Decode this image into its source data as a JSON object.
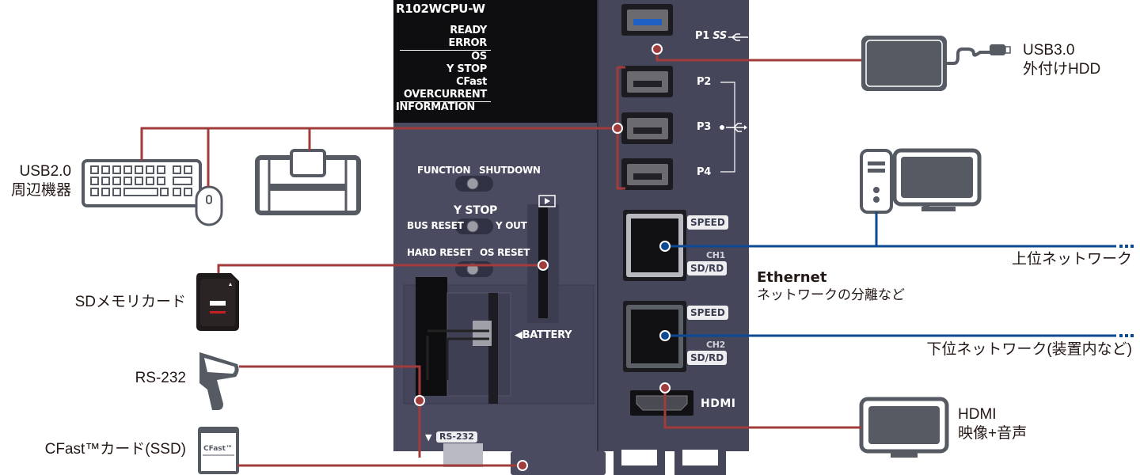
{
  "diagram": {
    "title": "R102WCPU-W connection overview",
    "colors": {
      "usb_line": "#a23b3b",
      "ethernet_line": "#0d4a96",
      "body": "#4a4b60",
      "body_dark": "#3a3b4e",
      "led_panel": "#0e0e10",
      "icon_gray": "#555a63"
    }
  },
  "cpu": {
    "model": "R102WCPU-W",
    "leds": [
      "READY",
      "ERROR",
      "OS",
      "Y STOP",
      "CFast",
      "OVERCURRENT",
      "INFORMATION"
    ],
    "switches": {
      "function_left": "FUNCTION",
      "function_right": "SHUTDOWN",
      "ystop_top": "Y STOP",
      "ystop_left": "BUS RESET",
      "ystop_right": "Y OUT",
      "reset_left": "HARD RESET",
      "reset_right": "OS RESET"
    },
    "battery_label": "◀BATTERY",
    "rs232_label": "RS-232",
    "rs232_arrow": "▼",
    "usb_ports": {
      "p1": "P1",
      "p1_symbol": "SS",
      "p2": "P2",
      "p3": "P3",
      "p4": "P4"
    },
    "ethernet_ports": [
      {
        "ch": "CH1",
        "speed": "SPEED",
        "sdrd": "SD/RD"
      },
      {
        "ch": "CH2",
        "speed": "SPEED",
        "sdrd": "SD/RD"
      }
    ],
    "hdmi_logo": "HDMI"
  },
  "devices": {
    "usb2": {
      "line1": "USB2.0",
      "line2": "周辺機器",
      "icons": [
        "keyboard-icon",
        "mouse-icon",
        "printer-icon"
      ]
    },
    "sd": {
      "label": "SDメモリカード",
      "icon": "sd-card-icon"
    },
    "rs232": {
      "label": "RS-232",
      "icon": "barcode-scanner-icon"
    },
    "cfast": {
      "label": "CFast™カード(SSD)",
      "card_text": "CFast™",
      "icon": "cfast-card-icon"
    },
    "usb3": {
      "line1": "USB3.0",
      "line2": "外付けHDD",
      "icon": "external-hdd-icon"
    },
    "pc": {
      "icon": "desktop-pc-icon"
    },
    "upper_network": {
      "label": "上位ネットワーク"
    },
    "ethernet": {
      "title": "Ethernet",
      "subtitle": "ネットワークの分離など"
    },
    "lower_network": {
      "label": "下位ネットワーク(装置内など)"
    },
    "hdmi": {
      "line1": "HDMI",
      "line2": "映像+音声",
      "icon": "monitor-icon"
    }
  }
}
